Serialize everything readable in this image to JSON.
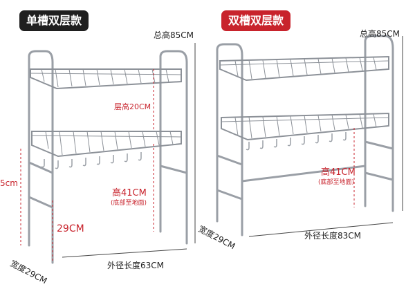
{
  "left": {
    "badge": "单槽双层款",
    "total_height": "总高85CM",
    "layer_height": "层高20CM",
    "height": "高41CM",
    "height_note": "(底部至地面)",
    "lower_height": "29CM",
    "side_height": "5cm",
    "width": "宽度29CM",
    "length": "外径长度63CM"
  },
  "right": {
    "badge": "双槽双层款",
    "total_height": "总高85CM",
    "height": "高41CM",
    "height_note": "(底部至地面)",
    "width": "宽度29CM",
    "length": "外径长度83CM"
  },
  "colors": {
    "left_badge": "#1f1f1f",
    "right_badge": "#c8232c",
    "accent_red": "#c8232c",
    "steel": "#9a9fa6"
  }
}
